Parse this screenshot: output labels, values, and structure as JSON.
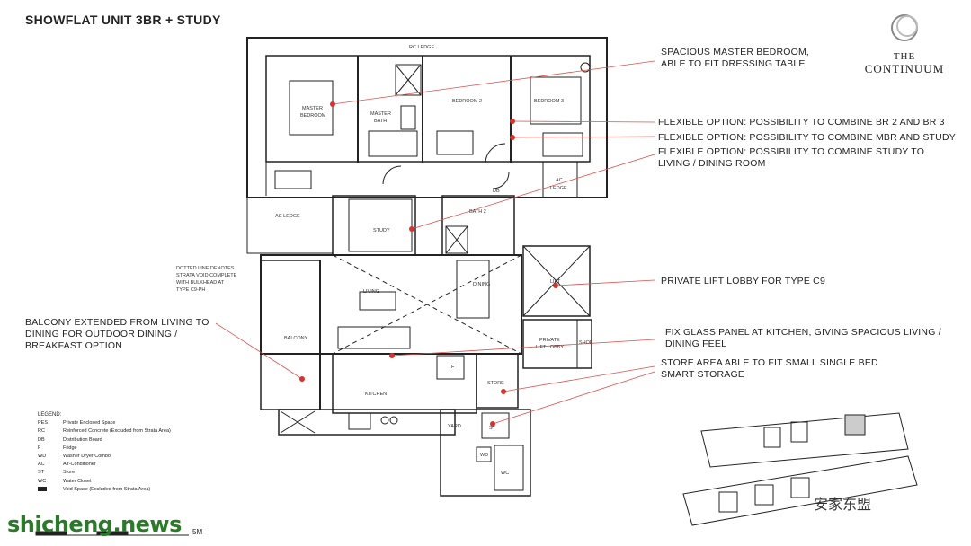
{
  "title": "SHOWFLAT UNIT 3BR + STUDY",
  "logo": {
    "line1": "THE",
    "line2": "CONTINUUM"
  },
  "annotations": {
    "a1": "SPACIOUS MASTER BEDROOM,",
    "a1b": "ABLE TO FIT DRESSING TABLE",
    "a2": "FLEXIBLE OPTION: POSSIBILITY TO COMBINE BR 2 AND BR 3",
    "a3": "FLEXIBLE OPTION: POSSIBILITY TO COMBINE MBR AND STUDY",
    "a4": "FLEXIBLE OPTION: POSSIBILITY TO COMBINE STUDY TO",
    "a4b": "LIVING / DINING ROOM",
    "a5": "PRIVATE LIFT LOBBY FOR TYPE C9",
    "a6": "FIX GLASS PANEL AT KITCHEN, GIVING SPACIOUS LIVING /",
    "a6b": "DINING FEEL",
    "a7": "STORE AREA ABLE TO FIT SMALL SINGLE BED",
    "a7b": "SMART STORAGE",
    "a8": "BALCONY EXTENDED FROM LIVING TO",
    "a8b": "DINING FOR OUTDOOR DINING /",
    "a8c": "BREAKFAST OPTION"
  },
  "rooms": {
    "rc_ledge": "RC LEDGE",
    "master_bedroom_1": "MASTER",
    "master_bedroom_2": "BEDROOM",
    "master_bath_1": "MASTER",
    "master_bath_2": "BATH",
    "bedroom2": "BEDROOM 2",
    "bedroom3": "BEDROOM 3",
    "ac_ledge_right_1": "AC",
    "ac_ledge_right_2": "LEDGE",
    "ac_ledge_left": "AC LEDGE",
    "study": "STUDY",
    "bath2": "BATH 2",
    "living": "LIVING",
    "dining": "DINING",
    "lift": "LIFT",
    "private_lift_lobby_1": "PRIVATE",
    "private_lift_lobby_2": "LIFT LOBBY",
    "shoe": "SHOE",
    "balcony": "BALCONY",
    "kitchen": "KITCHEN",
    "store": "STORE",
    "yard": "YARD",
    "wc": "WC",
    "st": "ST",
    "wd": "WD",
    "f": "F",
    "db": "DB"
  },
  "void_note": [
    "DOTTED LINE DENOTES",
    "STRATA VOID COMPLETE",
    "WITH BULKHEAD AT",
    "TYPE C9-PH"
  ],
  "legend": {
    "heading": "LEGEND:",
    "items": [
      {
        "key": "PES",
        "desc": "Private Enclosed Space"
      },
      {
        "key": "RC",
        "desc": "Reinforced Concrete (Excluded from Strata Area)"
      },
      {
        "key": "DB",
        "desc": "Distribution Board"
      },
      {
        "key": "F",
        "desc": "Fridge"
      },
      {
        "key": "WD",
        "desc": "Washer Dryer Combo"
      },
      {
        "key": "AC",
        "desc": "Air-Conditioner"
      },
      {
        "key": "ST",
        "desc": "Store"
      },
      {
        "key": "WC",
        "desc": "Water Closet"
      },
      {
        "key": "",
        "desc": "Void Space (Excluded from Strata Area)"
      }
    ]
  },
  "scale": "5M",
  "watermarks": {
    "left": "shicheng.news",
    "right": "安家东盟"
  },
  "colors": {
    "annotation_line": "#d9534f",
    "dot": "#d9322e",
    "wall": "#222222",
    "watermark_green": "#2a7a2a"
  }
}
